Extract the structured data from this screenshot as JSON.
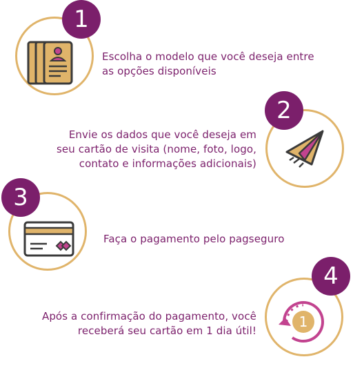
{
  "steps": [
    {
      "number": "1",
      "lines": [
        "Escolha o modelo que você deseja entre",
        "as opções disponíveis"
      ],
      "icon": "template-cards-icon"
    },
    {
      "number": "2",
      "lines": [
        "Envie os dados que você deseja em",
        "seu cartão de visita (nome, foto, logo,",
        "contato e informações adicionais)"
      ],
      "icon": "paper-plane-icon"
    },
    {
      "number": "3",
      "lines": [
        "Faça o pagamento pelo pagseguro"
      ],
      "icon": "credit-card-icon"
    },
    {
      "number": "4",
      "lines": [
        "Após a confirmação do pagamento, você",
        "receberá seu cartão em 1 dia útil!"
      ],
      "icon": "one-day-cycle-icon",
      "icon_number": "1"
    }
  ],
  "colors": {
    "purple": "#7b1f6b",
    "gold": "#e0b46a",
    "magenta": "#c2438f",
    "dark": "#3a3a3a"
  }
}
